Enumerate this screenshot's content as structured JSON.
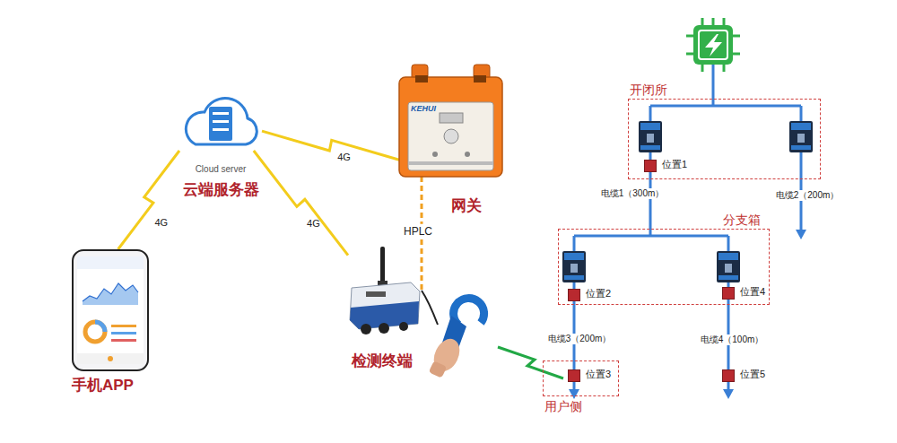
{
  "diagram": {
    "nodes": [
      {
        "text": [
          "Cloud server",
          "云端服务器"
        ]
      },
      {
        "text": [
          "网关"
        ]
      },
      {
        "text": [
          "检测终端"
        ]
      },
      {
        "text": [
          "手机APP"
        ]
      },
      {
        "text": [
          "开闭所"
        ]
      },
      {
        "text": [
          "位置1"
        ],
        "in": 4
      },
      {
        "text": [
          "分支箱"
        ]
      },
      {
        "text": [
          "位置2"
        ],
        "in": 6
      },
      {
        "text": [
          "位置4"
        ],
        "in": 6
      },
      {
        "text": [
          "用户侧"
        ]
      },
      {
        "text": [
          "位置3"
        ],
        "in": 9
      },
      {
        "text": [
          "位置5"
        ]
      }
    ],
    "edges": [
      {
        "from": 0,
        "to": 1,
        "label": "4G",
        "arrow": "none"
      },
      {
        "from": 0,
        "to": 2,
        "label": "4G",
        "arrow": "none"
      },
      {
        "from": 0,
        "to": 3,
        "label": "4G",
        "arrow": "none"
      },
      {
        "from": 1,
        "to": 2,
        "label": "HPLC",
        "arrow": "none"
      },
      {
        "from": 5,
        "to": 6,
        "label": "电缆1（300m）",
        "arrow": "none"
      },
      {
        "from": 7,
        "to": 10,
        "label": "电缆3（200m）",
        "arrow": "none"
      },
      {
        "from": 8,
        "to": 11,
        "label": "电缆4（100m）",
        "arrow": "none"
      }
    ],
    "labels": [
      "KEHUI",
      "电缆2（200m）"
    ]
  }
}
